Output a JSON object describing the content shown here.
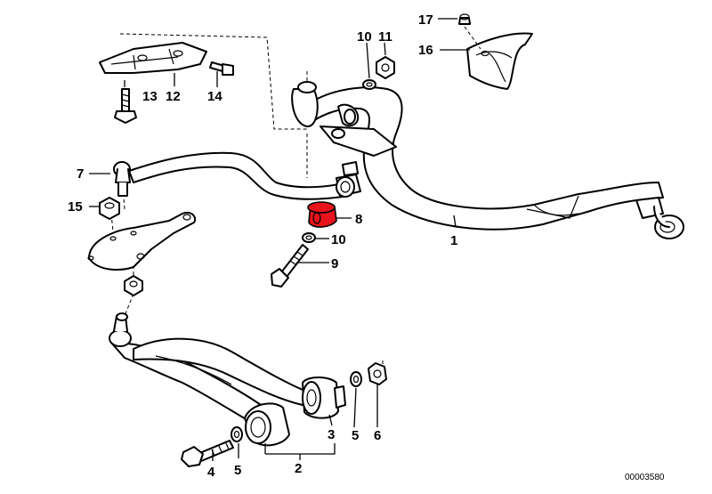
{
  "diagram_id": "00003580",
  "highlight_color": "#e8141b",
  "callouts": {
    "c1": "1",
    "c2": "2",
    "c3": "3",
    "c4": "4",
    "c5a": "5",
    "c5b": "5",
    "c6": "6",
    "c7": "7",
    "c8": "8",
    "c9": "9",
    "c10a": "10",
    "c10b": "10",
    "c11": "11",
    "c12": "12",
    "c13": "13",
    "c14": "14",
    "c15": "15",
    "c16": "16",
    "c17": "17"
  }
}
